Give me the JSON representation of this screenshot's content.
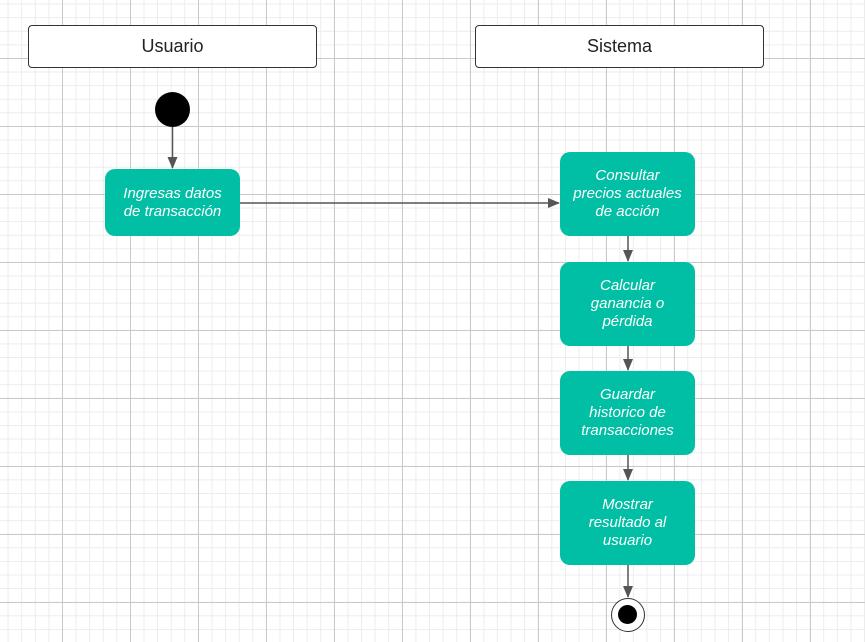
{
  "lanes": {
    "usuario": "Usuario",
    "sistema": "Sistema"
  },
  "nodes": {
    "ingresar": "Ingresas datos de transacción",
    "consultar": "Consultar precios actuales de acción",
    "calcular": "Calcular ganancia o pérdida",
    "guardar": "Guardar historico de transacciones",
    "mostrar": "Mostrar resultado al usuario"
  },
  "colors": {
    "activity_fill": "#00bfa5",
    "activity_text": "#ffffff",
    "edge": "#555555"
  }
}
